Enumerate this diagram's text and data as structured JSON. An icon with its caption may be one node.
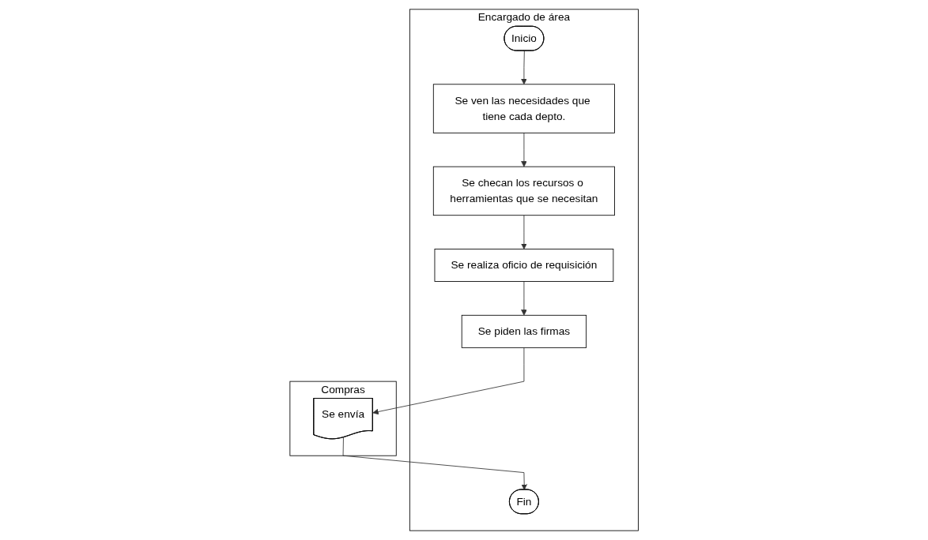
{
  "diagram": {
    "nodes": [
      {
        "text": [
          "Encargado de área"
        ]
      },
      {
        "text": [
          "Inicio"
        ],
        "in": 0
      },
      {
        "text": [
          "Se ven las necesidades que tiene cada depto."
        ],
        "in": 0
      },
      {
        "text": [
          "Se checan los recursos o herramientas que se necesitan"
        ],
        "in": 0
      },
      {
        "text": [
          "Se realiza oficio de requisición"
        ],
        "in": 0
      },
      {
        "text": [
          "Se piden las firmas"
        ],
        "in": 0
      },
      {
        "text": [
          "Fin"
        ],
        "in": 0
      },
      {
        "text": [
          "Compras"
        ]
      },
      {
        "text": [
          "Se envía"
        ],
        "in": 7
      }
    ],
    "edges": [
      {
        "from": 1,
        "to": 2,
        "arrow": "to"
      },
      {
        "from": 2,
        "to": 3,
        "arrow": "to"
      },
      {
        "from": 3,
        "to": 4,
        "arrow": "to"
      },
      {
        "from": 4,
        "to": 5,
        "arrow": "to"
      },
      {
        "from": 5,
        "to": 8,
        "arrow": "to"
      },
      {
        "from": 8,
        "to": 6,
        "arrow": "to"
      }
    ]
  }
}
